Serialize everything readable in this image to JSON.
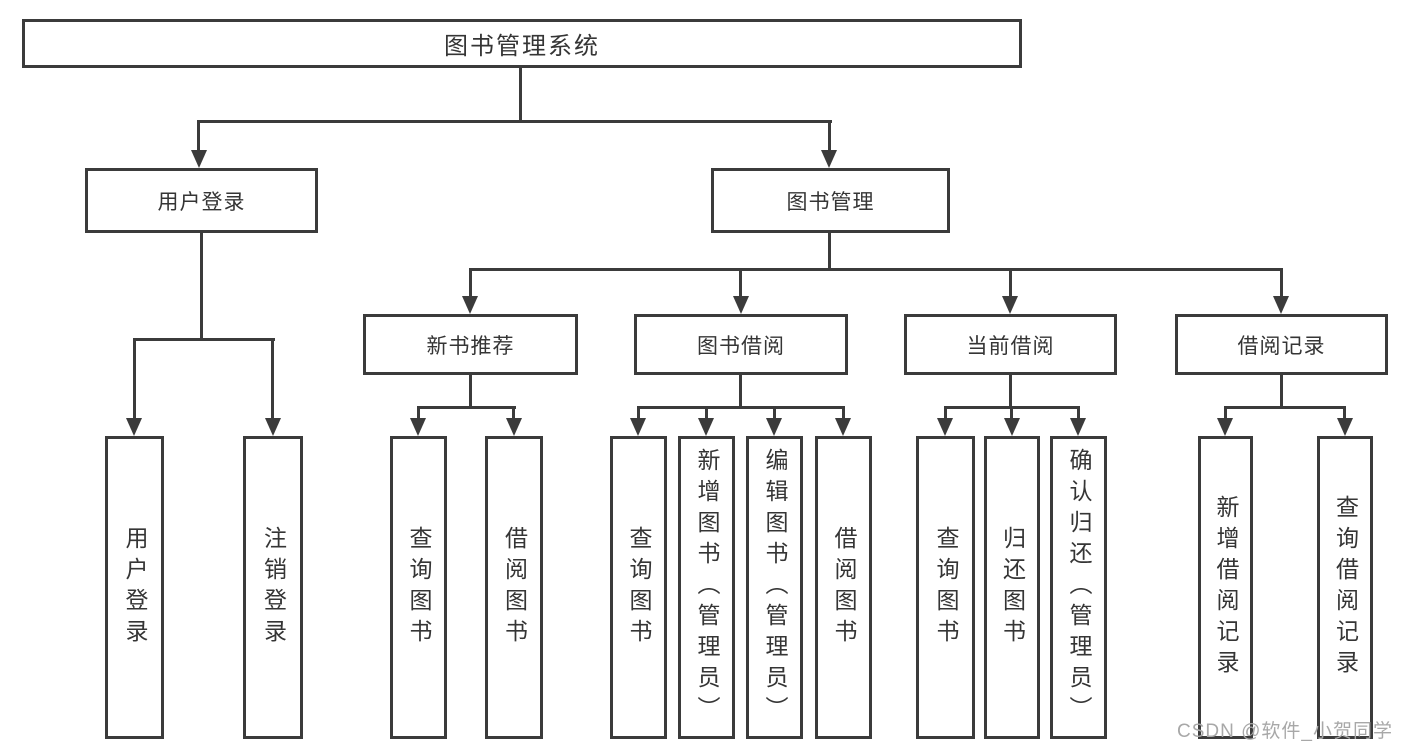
{
  "tree": {
    "label": "图书管理系统",
    "children": [
      {
        "label": "用户登录",
        "children": [
          {
            "label": "用户登录"
          },
          {
            "label": "注销登录"
          }
        ]
      },
      {
        "label": "图书管理",
        "children": [
          {
            "label": "新书推荐",
            "children": [
              {
                "label": "查询图书"
              },
              {
                "label": "借阅图书"
              }
            ]
          },
          {
            "label": "图书借阅",
            "children": [
              {
                "label": "查询图书"
              },
              {
                "label": "新增图书（管理员）"
              },
              {
                "label": "编辑图书（管理员）"
              },
              {
                "label": "借阅图书"
              }
            ]
          },
          {
            "label": "当前借阅",
            "children": [
              {
                "label": "查询图书"
              },
              {
                "label": "归还图书"
              },
              {
                "label": "确认归还（管理员）"
              }
            ]
          },
          {
            "label": "借阅记录",
            "children": [
              {
                "label": "新增借阅记录"
              },
              {
                "label": "查询借阅记录"
              }
            ]
          }
        ]
      }
    ]
  },
  "watermark": {
    "text": "CSDN @软件_小贺同学"
  },
  "colors": {
    "line": "#3b3b3b",
    "box_border": "#3b3b3b",
    "text": "#353535",
    "watermark": "#a8a8a8",
    "background": "#ffffff"
  }
}
